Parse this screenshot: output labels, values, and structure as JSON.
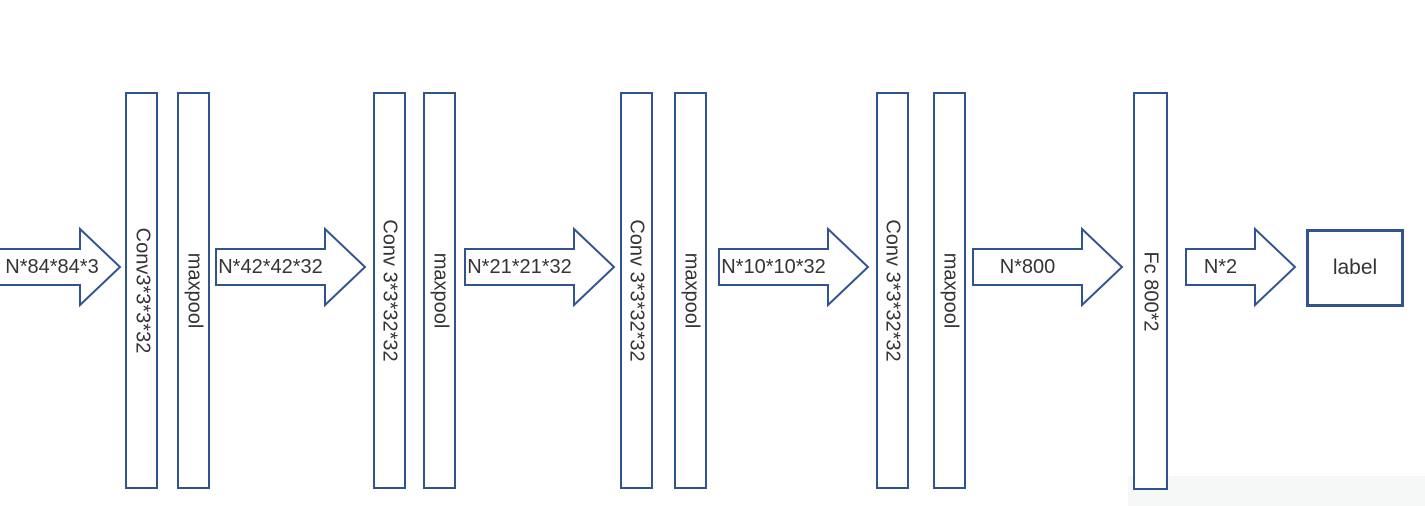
{
  "colors": {
    "accent": "#31538f",
    "text": "#343434",
    "background": "#ffffff",
    "footer_band": "#f6f7f7"
  },
  "layers": [
    {
      "label": "Conv3*3*3*32"
    },
    {
      "label": "maxpool"
    },
    {
      "label": "Conv 3*3*32*32"
    },
    {
      "label": "maxpool"
    },
    {
      "label": "Conv 3*3*32*32"
    },
    {
      "label": "maxpool"
    },
    {
      "label": "Conv 3*3*32*32"
    },
    {
      "label": "maxpool"
    },
    {
      "label": "Fc 800*2"
    }
  ],
  "arrows": [
    {
      "label": "N*84*84*3"
    },
    {
      "label": "N*42*42*32"
    },
    {
      "label": "N*21*21*32"
    },
    {
      "label": "N*10*10*32"
    },
    {
      "label": "N*800"
    },
    {
      "label": "N*2"
    }
  ],
  "output": {
    "label": "label"
  }
}
